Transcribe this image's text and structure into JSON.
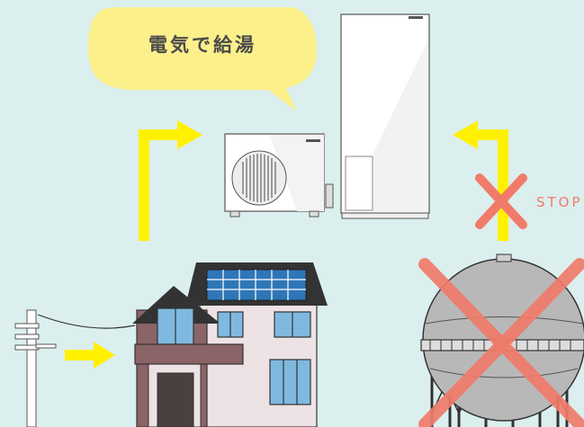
{
  "bubble": {
    "text": "電気で給湯"
  },
  "stop": {
    "text": "STOP"
  },
  "colors": {
    "background": "#dcefef",
    "bubble": "#fbf08a",
    "arrow": "#fff100",
    "cross": "#f07b6a",
    "roof": "#333333",
    "wall_light": "#ede3e4",
    "wall_dark": "#8a6466",
    "window": "#7fb9e0",
    "solar_panel": "#2f76b8",
    "tank": "#b8b8b8"
  },
  "icons": [
    "speech-bubble",
    "heat-pump-outdoor-unit",
    "hot-water-storage-tank",
    "house-with-solar-panels",
    "utility-pole",
    "gas-tank",
    "cross-mark"
  ]
}
